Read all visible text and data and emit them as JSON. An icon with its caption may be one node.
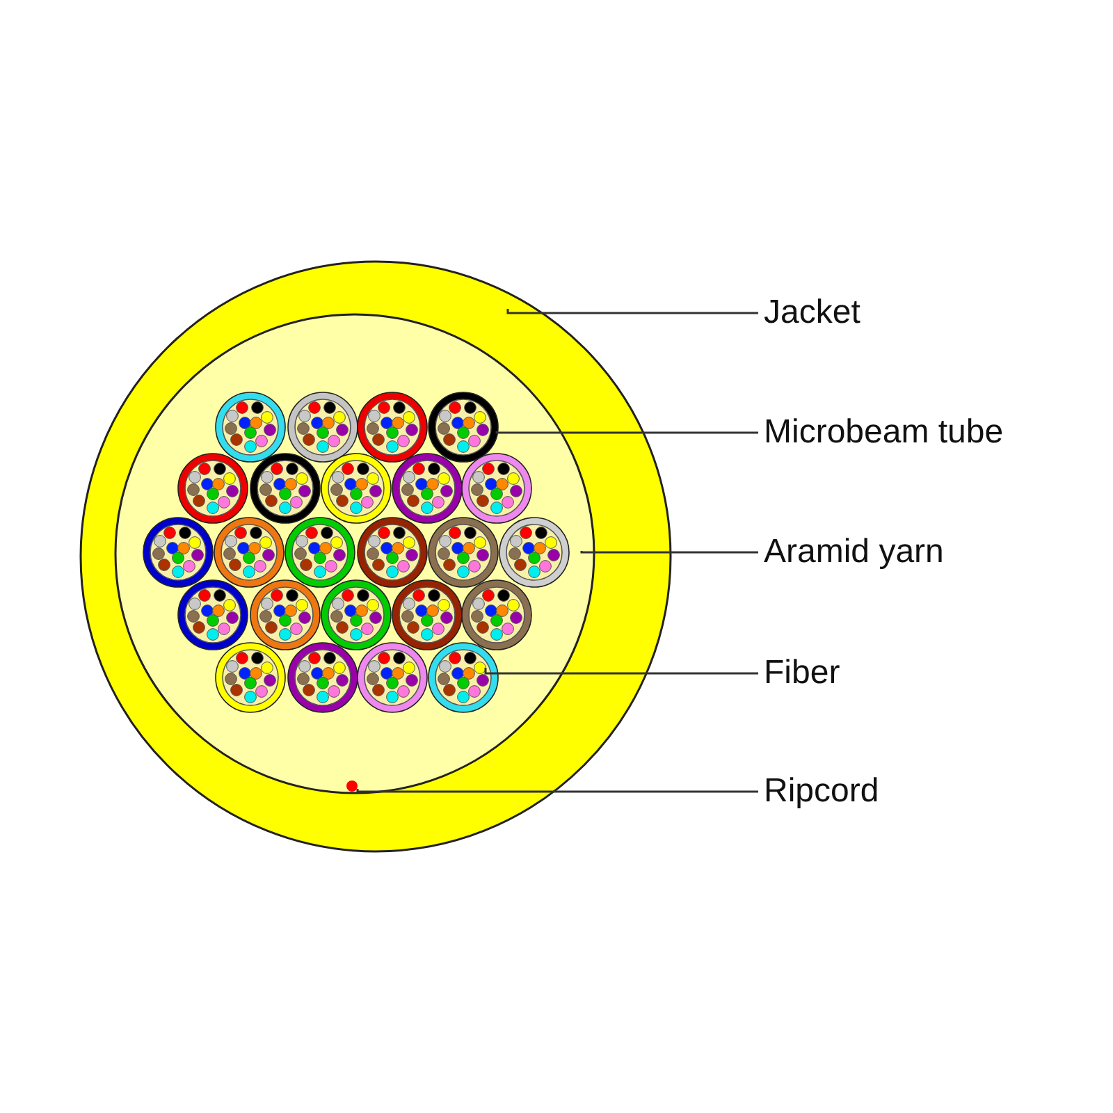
{
  "diagram": {
    "nodes": [
      {
        "text": [
          "Jacket"
        ]
      },
      {
        "text": [
          "Microbeam tube"
        ]
      },
      {
        "text": [
          "Aramid yarn"
        ]
      },
      {
        "text": [
          "Fiber"
        ]
      },
      {
        "text": [
          "Ripcord"
        ]
      },
      {
        "text": [],
        "shape": "circle"
      },
      {
        "text": [],
        "shape": "circle",
        "in": 5
      },
      {
        "text": [],
        "shape": "circle",
        "in": 6
      },
      {
        "text": [],
        "shape": "circle",
        "in": 6
      },
      {
        "text": [],
        "shape": "circle",
        "in": 6
      },
      {
        "text": [],
        "shape": "circle",
        "in": 6
      },
      {
        "text": [],
        "shape": "circle",
        "in": 6
      },
      {
        "text": [],
        "shape": "circle",
        "in": 6
      },
      {
        "text": [],
        "shape": "circle",
        "in": 6
      },
      {
        "text": [],
        "shape": "circle",
        "in": 6
      },
      {
        "text": [],
        "shape": "circle",
        "in": 6
      },
      {
        "text": [],
        "shape": "circle",
        "in": 6
      },
      {
        "text": [],
        "shape": "circle",
        "in": 6
      },
      {
        "text": [],
        "shape": "circle",
        "in": 6
      },
      {
        "text": [],
        "shape": "circle",
        "in": 6
      },
      {
        "text": [],
        "shape": "circle",
        "in": 6
      },
      {
        "text": [],
        "shape": "circle",
        "in": 6
      },
      {
        "text": [],
        "shape": "circle",
        "in": 6
      },
      {
        "text": [],
        "shape": "circle",
        "in": 6
      },
      {
        "text": [],
        "shape": "circle",
        "in": 6
      },
      {
        "text": [],
        "shape": "circle",
        "in": 6
      },
      {
        "text": [],
        "shape": "circle",
        "in": 6
      },
      {
        "text": [],
        "shape": "circle",
        "in": 6
      },
      {
        "text": [],
        "shape": "circle",
        "in": 6
      },
      {
        "text": [],
        "shape": "circle",
        "in": 6
      },
      {
        "text": [],
        "shape": "circle",
        "in": 6
      },
      {
        "text": [],
        "shape": "circle",
        "in": 30
      },
      {
        "text": [],
        "shape": "circle",
        "in": 6
      }
    ],
    "edges": [
      {
        "from": 0,
        "to": 5,
        "arrow": "none"
      },
      {
        "from": 1,
        "to": 10,
        "arrow": "none"
      },
      {
        "from": 2,
        "to": 6,
        "arrow": "none"
      },
      {
        "from": 3,
        "to": 31,
        "arrow": "none"
      },
      {
        "from": 4,
        "to": 32,
        "arrow": "none"
      }
    ]
  }
}
